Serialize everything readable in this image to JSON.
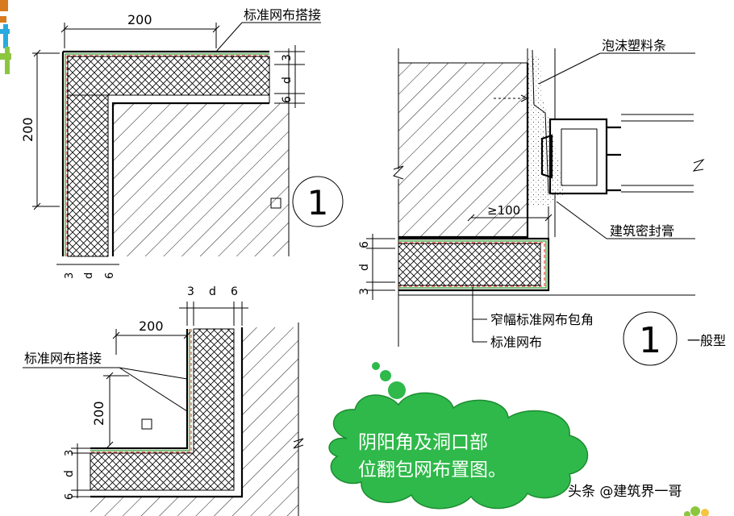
{
  "colors": {
    "line": "#000000",
    "mesh_layer": "#2d9a2d",
    "adhesive_layer": "#e2231a",
    "cloud_fill": "#2fb94a",
    "logo_orange": "#d87b1e",
    "logo_green": "#8cc63f",
    "logo_blue": "#29a9e0"
  },
  "detail_top_left": {
    "dim_horizontal": "200",
    "dim_vertical": "200",
    "label_overlap": "标准网布搭接",
    "dim_right_3": "3",
    "dim_right_d": "d",
    "dim_right_6": "6",
    "dim_bottom_3": "3",
    "dim_bottom_d": "d",
    "dim_bottom_6": "6",
    "detail_number": "1"
  },
  "detail_top_right": {
    "label_foam_strip": "泡沫塑料条",
    "label_sealant": "建筑密封膏",
    "dim_min": "≥100",
    "dim_left_6": "6",
    "dim_left_d": "d",
    "dim_left_3": "3",
    "label_narrow_mesh": "窄幅标准网布包角",
    "label_standard_mesh": "标准网布",
    "detail_number": "1",
    "detail_type": "一般型"
  },
  "detail_bottom_left": {
    "dim_top_3": "3",
    "dim_top_d": "d",
    "dim_top_6": "6",
    "dim_horizontal": "200",
    "dim_vertical": "200",
    "label_overlap": "标准网布搭接",
    "dim_left_3": "3",
    "dim_left_d": "d",
    "dim_left_6": "6"
  },
  "caption": {
    "line1": "阴阳角及洞口部",
    "line2": "位翻包网布置图。"
  },
  "watermark": "头条 @建筑界一哥"
}
